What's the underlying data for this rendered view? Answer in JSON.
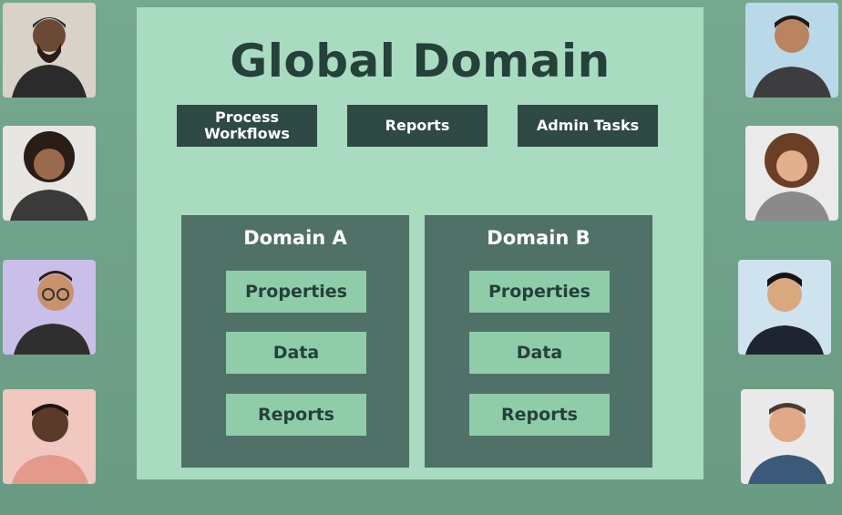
{
  "diagram": {
    "title": "Global Domain",
    "top_actions": [
      "Process Workflows",
      "Reports",
      "Admin Tasks"
    ],
    "domains": [
      {
        "name": "Domain A",
        "items": [
          "Properties",
          "Data",
          "Reports"
        ]
      },
      {
        "name": "Domain B",
        "items": [
          "Properties",
          "Data",
          "Reports"
        ]
      }
    ]
  },
  "people": {
    "left": [
      "person-portrait",
      "person-portrait",
      "person-portrait",
      "person-portrait"
    ],
    "right": [
      "person-portrait",
      "person-portrait",
      "person-portrait",
      "person-portrait"
    ]
  },
  "colors": {
    "background": "#6f9f88",
    "panel": "#a9dbc0",
    "dark_button": "#2f4944",
    "domain_box": "#4f7167",
    "light_button": "#8fcca9",
    "title_text": "#24413a"
  }
}
